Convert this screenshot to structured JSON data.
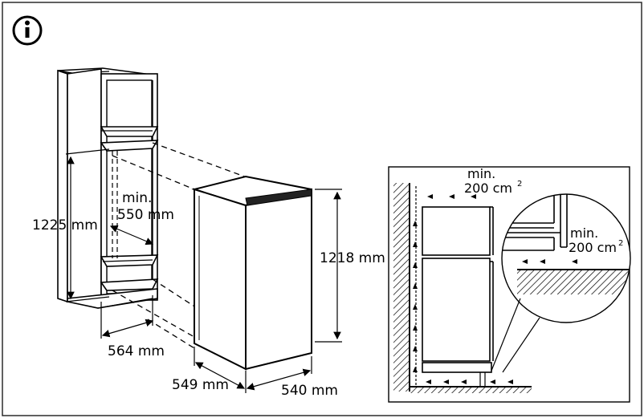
{
  "info_icon": {
    "icon": "info-icon",
    "glyph": "i"
  },
  "cabinet": {
    "height_label": "1225 mm",
    "depth_label": "564 mm",
    "opening_label_line1": "min.",
    "opening_label_line2": "550 mm"
  },
  "appliance": {
    "height_label": "1218 mm",
    "depth_label": "549 mm",
    "width_label": "540 mm"
  },
  "ventilation": {
    "top_label_line1": "min.",
    "top_label_line2": "200 cm",
    "top_label_sup": "2",
    "detail_label_line1": "min.",
    "detail_label_line2": "200 cm",
    "detail_label_sup": "2"
  },
  "colors": {
    "line": "#1a1a1a",
    "frame": "#2b2b2b"
  }
}
